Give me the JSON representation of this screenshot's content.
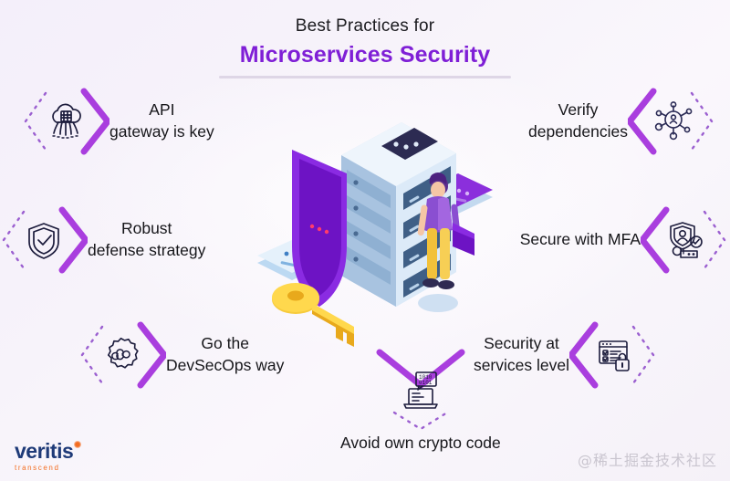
{
  "title": {
    "line1": "Best Practices for",
    "line2": "Microservices Security",
    "accent_color": "#7f1fd6",
    "rule_color": "#ded6e6"
  },
  "theme": {
    "background": "#f5f1f8",
    "chevron_solid": "#a93ede",
    "chevron_dotted": "#9b5fd0",
    "icon_stroke": "#1c1c3c",
    "text_color": "#16161a",
    "shield_purple": "#7c1fd4",
    "key_gold": "#f5c026",
    "card_blue": "#cfe4f7"
  },
  "practices": [
    {
      "id": "api-gateway",
      "label_lines": [
        "API",
        "gateway is key"
      ],
      "icon": "cloud-api-icon",
      "side": "left"
    },
    {
      "id": "robust-defense",
      "label_lines": [
        "Robust",
        "defense strategy"
      ],
      "icon": "shield-check-icon",
      "side": "left"
    },
    {
      "id": "devsecops",
      "label_lines": [
        "Go the",
        "DevSecOps way"
      ],
      "icon": "gear-infinity-icon",
      "side": "left"
    },
    {
      "id": "crypto-code",
      "label_lines": [
        "Avoid own crypto code"
      ],
      "icon": "laptop-binary-icon",
      "side": "bottom"
    },
    {
      "id": "services-level",
      "label_lines": [
        "Security at",
        "services level"
      ],
      "icon": "browser-lock-icon",
      "side": "right"
    },
    {
      "id": "mfa",
      "label_lines": [
        "Secure with MFA"
      ],
      "icon": "shield-key-password-icon",
      "side": "right"
    },
    {
      "id": "dependencies",
      "label_lines": [
        "Verify",
        "dependencies"
      ],
      "icon": "network-user-icon",
      "side": "right"
    }
  ],
  "illustration": {
    "name": "isometric-server-shield-scene",
    "elements": [
      "purple-shield",
      "server-rack",
      "gold-key",
      "technician-person",
      "floating-card-blue",
      "floating-card-purple"
    ]
  },
  "footer": {
    "logo_text": "veritis",
    "logo_tagline": "transcend",
    "watermark": "@稀土掘金技术社区"
  }
}
